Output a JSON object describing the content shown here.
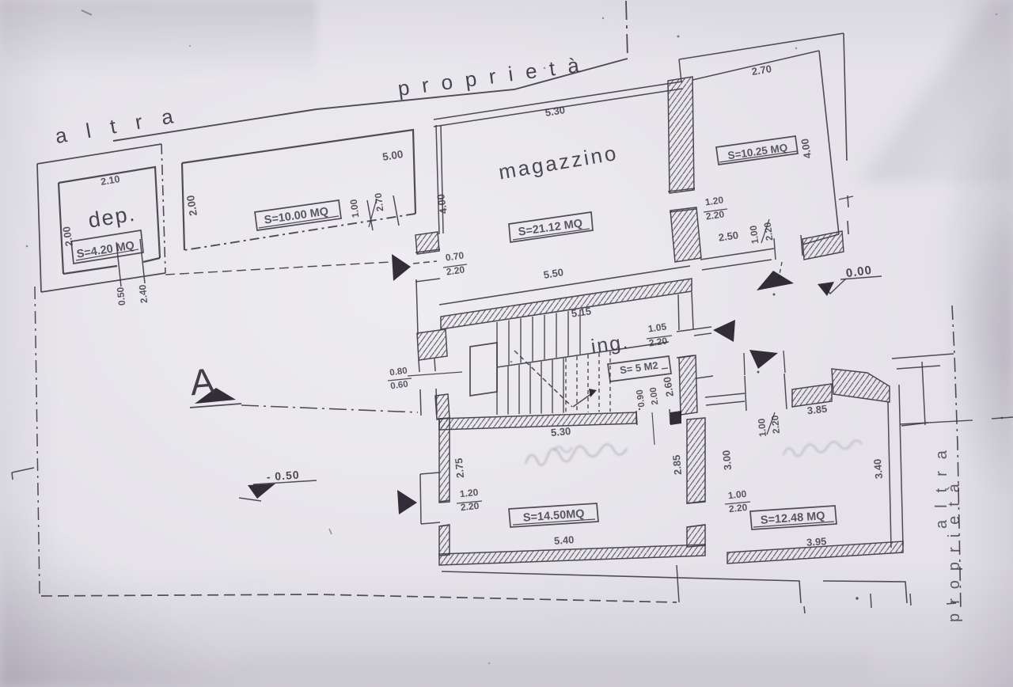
{
  "boundaries": {
    "top": {
      "word1": "altra",
      "word2": "proprietà"
    },
    "right": {
      "word1": "altra",
      "word2": "proprietà"
    }
  },
  "marks": {
    "section": "A",
    "level_zero": "0.00",
    "level_minus": "- 0.50"
  },
  "dep": {
    "name": "dep.",
    "area": "S=4.20 MQ",
    "width": "2.10",
    "height": "2.00",
    "door_w": "0.50",
    "door_h": "2.40"
  },
  "store": {
    "area": "S=10.00 MQ",
    "width": "5.00",
    "height": "2.00",
    "door_w": "1.00",
    "door_h": "2.70"
  },
  "magazzino": {
    "name": "magazzino",
    "area": "S=21.12 MQ",
    "width_top": "5.30",
    "width_bottom": "5.50",
    "height": "4.00",
    "door_w": "0.70",
    "door_h": "2.20"
  },
  "room1025": {
    "area": "S=10.25 MQ",
    "width": "2.70",
    "height": "4.00",
    "split": "2.50",
    "door_bottom_w": "1.00",
    "door_bottom_h": "2.20",
    "door_left_w": "1.20",
    "door_left_h": "2.20"
  },
  "ingresso": {
    "name": "ing.",
    "area": "S= 5 M2",
    "width": "5.15",
    "height": "2.60",
    "door_right_w": "1.05",
    "door_right_h": "2.20",
    "door_down_w": "0.90",
    "door_down_h": "2.00",
    "window_w": "0.80",
    "window_h": "0.60"
  },
  "room1450": {
    "area": "S=14.50MQ",
    "width_top": "5.30",
    "width_bottom": "5.40",
    "height_left": "2.75",
    "height_right": "2.85",
    "door_w": "1.20",
    "door_h": "2.20"
  },
  "cucina": {
    "area": "S=12.48 MQ",
    "width_top": "3.85",
    "width_bottom": "3.95",
    "height_left": "3.00",
    "height_right": "3.40",
    "door_left_w": "1.00",
    "door_left_h": "2.20",
    "door_top_w": "1.00",
    "door_top_h": "2.20"
  }
}
